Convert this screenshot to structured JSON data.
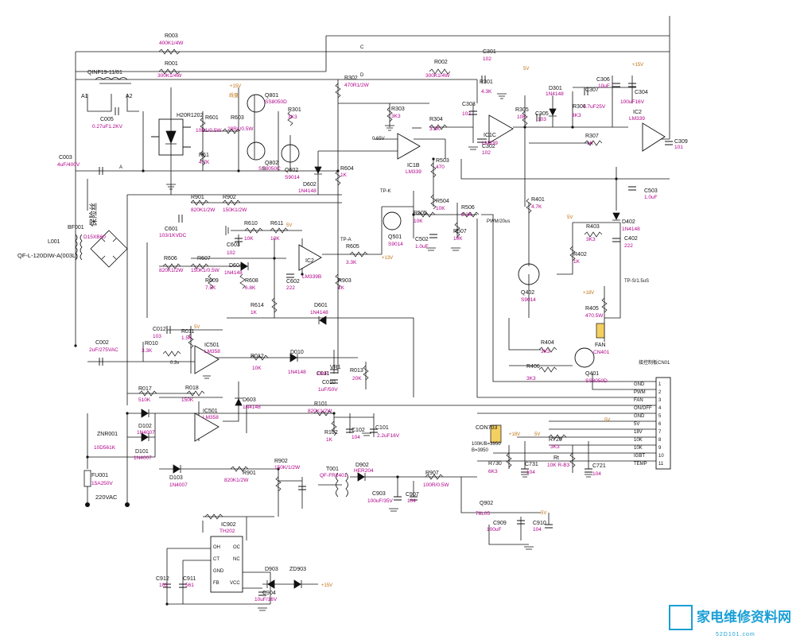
{
  "components": {
    "R003": {
      "ref": "R003",
      "value": "400K1/4W"
    },
    "R001": {
      "ref": "R001",
      "value": "300K1/4W"
    },
    "R002": {
      "ref": "R002",
      "value": "300K1/4W"
    },
    "QINF": {
      "ref": "QINF19-11/81"
    },
    "L_A1": {
      "ref": "A1"
    },
    "L_A2": {
      "ref": "A2"
    },
    "C005": {
      "ref": "C005",
      "value": "0.27uF1.2KV"
    },
    "IGBT": {
      "ref": "H20R1202"
    },
    "R601": {
      "ref": "R601",
      "value": "10R1/0.5W"
    },
    "R603": {
      "ref": "R603",
      "value": "20R1/0.5W"
    },
    "Q801": {
      "ref": "Q801",
      "value": "SS8050D"
    },
    "Q802": {
      "ref": "Q802",
      "value": "SS8050C"
    },
    "R301": {
      "ref": "R301",
      "value": "3K3"
    },
    "R302": {
      "ref": "R302",
      "value": "470R1/2W"
    },
    "R303": {
      "ref": "R303",
      "value": "3K3"
    },
    "C301": {
      "ref": "C301",
      "value": "102"
    },
    "R301b": {
      "ref": "R301",
      "value": "4.3K"
    },
    "C303": {
      "ref": "C303",
      "value": "102"
    },
    "R304": {
      "ref": "R304",
      "value": "3.3K"
    },
    "IC1C": {
      "ref": "IC1C",
      "value": "LM339"
    },
    "C302": {
      "ref": "C302",
      "value": "102"
    },
    "R305": {
      "ref": "R305",
      "value": "10K"
    },
    "C305": {
      "ref": "C305",
      "value": "103"
    },
    "D301": {
      "ref": "D301",
      "value": "1N4148"
    },
    "C307": {
      "ref": "C307",
      "value": "3K3"
    },
    "R306": {
      "ref": "R306",
      "value": "4.7uF25V"
    },
    "C306": {
      "ref": "C306",
      "value": "10uF"
    },
    "C304": {
      "ref": "C304",
      "value": "100uF16V"
    },
    "IC2": {
      "ref": "IC2",
      "value": "LM339"
    },
    "C309": {
      "ref": "C309",
      "value": "101"
    },
    "R307": {
      "ref": "R307",
      "value": "1K"
    },
    "C003": {
      "ref": "C003",
      "value": "4uF/400V"
    },
    "R6X1": {
      "ref": "R61",
      "value": "4.7K"
    },
    "Q602": {
      "ref": "Q602",
      "value": "S9014"
    },
    "D602": {
      "ref": "D602",
      "value": "1N4148"
    },
    "R604": {
      "ref": "R604",
      "value": "1K"
    },
    "IC1B": {
      "ref": "IC1B",
      "value": "LM339"
    },
    "R503": {
      "ref": "R503",
      "value": "470"
    },
    "C503": {
      "ref": "C503",
      "value": "1.0uF"
    },
    "R401": {
      "ref": "R401",
      "value": "4.7K"
    },
    "R901": {
      "ref": "R901",
      "value": "820K1/2W"
    },
    "R902": {
      "ref": "R902",
      "value": "150K1/2W"
    },
    "BF001": {
      "ref": "BF001",
      "value": "D15XB60"
    },
    "L001": {
      "ref": "L001"
    },
    "QF": {
      "ref": "QF-L-120DIW-A(003L)"
    },
    "C601": {
      "ref": "C601",
      "value": "103/1KVDC"
    },
    "R610": {
      "ref": "R610",
      "value": "10K"
    },
    "R611": {
      "ref": "R611",
      "value": "10K"
    },
    "R606": {
      "ref": "R606",
      "value": "820K1/2W"
    },
    "R607": {
      "ref": "R607",
      "value": "150K1/0.5W"
    },
    "D604": {
      "ref": "D604",
      "value": "1N4148"
    },
    "IC2b": {
      "ref": "IC2",
      "value": "LM339B"
    },
    "R605": {
      "ref": "R605",
      "value": "3.3K"
    },
    "R609": {
      "ref": "R609",
      "value": "7.5K"
    },
    "R608": {
      "ref": "R608",
      "value": "6.8K"
    },
    "C602": {
      "ref": "C602",
      "value": "222"
    },
    "C603": {
      "ref": "C603",
      "value": "102"
    },
    "R504": {
      "ref": "R504",
      "value": "10K"
    },
    "Q501": {
      "ref": "Q501",
      "value": "S9014"
    },
    "R505": {
      "ref": "R505",
      "value": "10K"
    },
    "R506": {
      "ref": "R506",
      "value": "3.3K"
    },
    "R507": {
      "ref": "R507",
      "value": "10K"
    },
    "C502": {
      "ref": "C502",
      "value": "1.0uF"
    },
    "R903": {
      "ref": "R903",
      "value": "1K"
    },
    "R614": {
      "ref": "R614",
      "value": "1K"
    },
    "D601": {
      "ref": "D601",
      "value": "1N4148"
    },
    "R403": {
      "ref": "R403",
      "value": "3K3"
    },
    "C402": {
      "ref": "C402",
      "value": "222"
    },
    "D402": {
      "ref": "D402",
      "value": "1N4148"
    },
    "R402": {
      "ref": "R402",
      "value": "1K"
    },
    "Q402": {
      "ref": "Q402",
      "value": "S9014"
    },
    "R405": {
      "ref": "R405",
      "value": "470.5W"
    },
    "FAN": {
      "ref": "FAN",
      "value": "CN401"
    },
    "R404": {
      "ref": "R404",
      "value": "3K3"
    },
    "R406": {
      "ref": "R406",
      "value": "3K3"
    },
    "Q401": {
      "ref": "Q401",
      "value": "SS8050D"
    },
    "C002": {
      "ref": "C002",
      "value": "2uF/275VAC"
    },
    "C012": {
      "ref": "C012",
      "value": "103"
    },
    "R011": {
      "ref": "R011",
      "value": "1.5K"
    },
    "R010": {
      "ref": "R010",
      "value": "3.3K"
    },
    "IC501": {
      "ref": "IC501",
      "value": "LM358"
    },
    "R012": {
      "ref": "R012",
      "value": "10K"
    },
    "D010": {
      "ref": "D010",
      "value": "1N4148"
    },
    "VR1": {
      "ref": "VR1"
    },
    "R013": {
      "ref": "R013",
      "value": "20K"
    },
    "C011": {
      "ref": "C011",
      "value": "10uF"
    },
    "C010": {
      "ref": "C010",
      "value": "1uF/50V"
    },
    "R017": {
      "ref": "R017",
      "value": "510K"
    },
    "R018": {
      "ref": "R018",
      "value": "150K"
    },
    "IC501b": {
      "ref": "IC501",
      "value": "LM358"
    },
    "D603": {
      "ref": "D603",
      "value": "1N4148"
    },
    "R101": {
      "ref": "R101",
      "value": "820K1/2W"
    },
    "R102": {
      "ref": "R102",
      "value": "1K"
    },
    "C102": {
      "ref": "C102",
      "value": "104"
    },
    "C101": {
      "ref": "C101",
      "value": "2.2uF16V"
    },
    "ZNR001": {
      "ref": "ZNR001",
      "value": "10D561K"
    },
    "D102": {
      "ref": "D102",
      "value": "1N4007"
    },
    "D101": {
      "ref": "D101",
      "value": "1N4007"
    },
    "D103": {
      "ref": "D103",
      "value": "1N4007"
    },
    "FU001": {
      "ref": "FU001",
      "value": "15A250V"
    },
    "AC": {
      "ref": "220VAC"
    },
    "R902b": {
      "ref": "R902",
      "value": "150K/1/2W"
    },
    "T001": {
      "ref": "T001",
      "value": "QF-FR2401"
    },
    "D902": {
      "ref": "D902",
      "value": "HER204"
    },
    "R907": {
      "ref": "R907",
      "value": "100R/0.5W"
    },
    "C903": {
      "ref": "C903",
      "value": "100uF/35V"
    },
    "C907": {
      "ref": "C907",
      "value": "104"
    },
    "Q902": {
      "ref": "Q902",
      "value": "78L05"
    },
    "C909": {
      "ref": "C909",
      "value": "100uF"
    },
    "C910": {
      "ref": "C910",
      "value": "104"
    },
    "IC902": {
      "ref": "IC902",
      "value": "TH202"
    },
    "C912": {
      "ref": "C912",
      "value": "103"
    },
    "C911": {
      "ref": "C911",
      "value": "561"
    },
    "D903": {
      "ref": "D903"
    },
    "ZD903": {
      "ref": "ZD903"
    },
    "C904": {
      "ref": "C904",
      "value": "10uF/16V"
    },
    "CON703": {
      "ref": "CON703"
    },
    "R720": {
      "ref": "R720",
      "value": "3K3"
    },
    "R730": {
      "ref": "R730",
      "value": "6K3"
    },
    "C731": {
      "ref": "C731",
      "value": "104"
    },
    "Rt": {
      "ref": "Rt",
      "value": "10K R-B3"
    },
    "C721": {
      "ref": "C721",
      "value": "104"
    }
  },
  "nets": {
    "c": "C",
    "d": "D",
    "a": "A",
    "b": "B",
    "v15": "+15V",
    "v5": "5V",
    "tpa": "TP-A",
    "tpk": "TP-K",
    "tp": "TP-S/1.5uS",
    "pwm": "PWM/20us",
    "v18": "+18V",
    "v13": "+13V",
    "v03": "0.3v",
    "v065": "0.65V"
  },
  "ic_pins": {
    "oh": "OH",
    "oc": "OC",
    "ct": "CT",
    "nc": "NC",
    "gnd": "GND",
    "fb": "FB",
    "vcc": "VCC"
  },
  "connector": {
    "title": "接控制板CN01",
    "pins": [
      "1",
      "2",
      "3",
      "4",
      "5",
      "6",
      "7",
      "8",
      "9",
      "10",
      "11"
    ],
    "signals": [
      "GND",
      "PWM",
      "FAN",
      "ON/OFF",
      "GND",
      "5V",
      "18V",
      "10K",
      "10K",
      "IGBT",
      "TEMP"
    ]
  },
  "labels": {
    "coil": "线盘",
    "fuse_note": "保险丝",
    "ntc1": "100K/B=3950",
    "ntc2": "B=3950"
  },
  "watermark": {
    "brand": "家电维修资料网",
    "site": "52D101.com"
  }
}
